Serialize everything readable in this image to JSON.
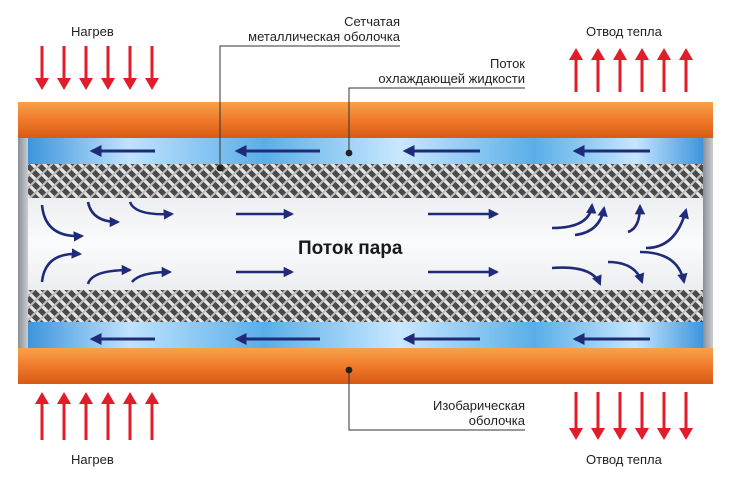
{
  "labels": {
    "heat_in_top": "Нагрев",
    "heat_in_bottom": "Нагрев",
    "heat_out_top": "Отвод тепла",
    "heat_out_bottom": "Отвод тепла",
    "mesh_line1": "Сетчатая",
    "mesh_line2": "металлическая оболочка",
    "coolant_line1": "Поток",
    "coolant_line2": "охлаждающей жидкости",
    "vapor_flow": "Поток пара",
    "shell_line1": "Изобарическая",
    "shell_line2": "оболочка"
  },
  "colors": {
    "heat_arrow": "#e11d2a",
    "orange_shell": "#f07a2a",
    "liquid_blue": "#5aaee8",
    "flow_arrow": "#1f2a78",
    "mesh_dark": "#3a3a3a"
  },
  "icons": {
    "heat_arrow": "arrow-icon",
    "flow_arrow": "arrow-icon"
  }
}
